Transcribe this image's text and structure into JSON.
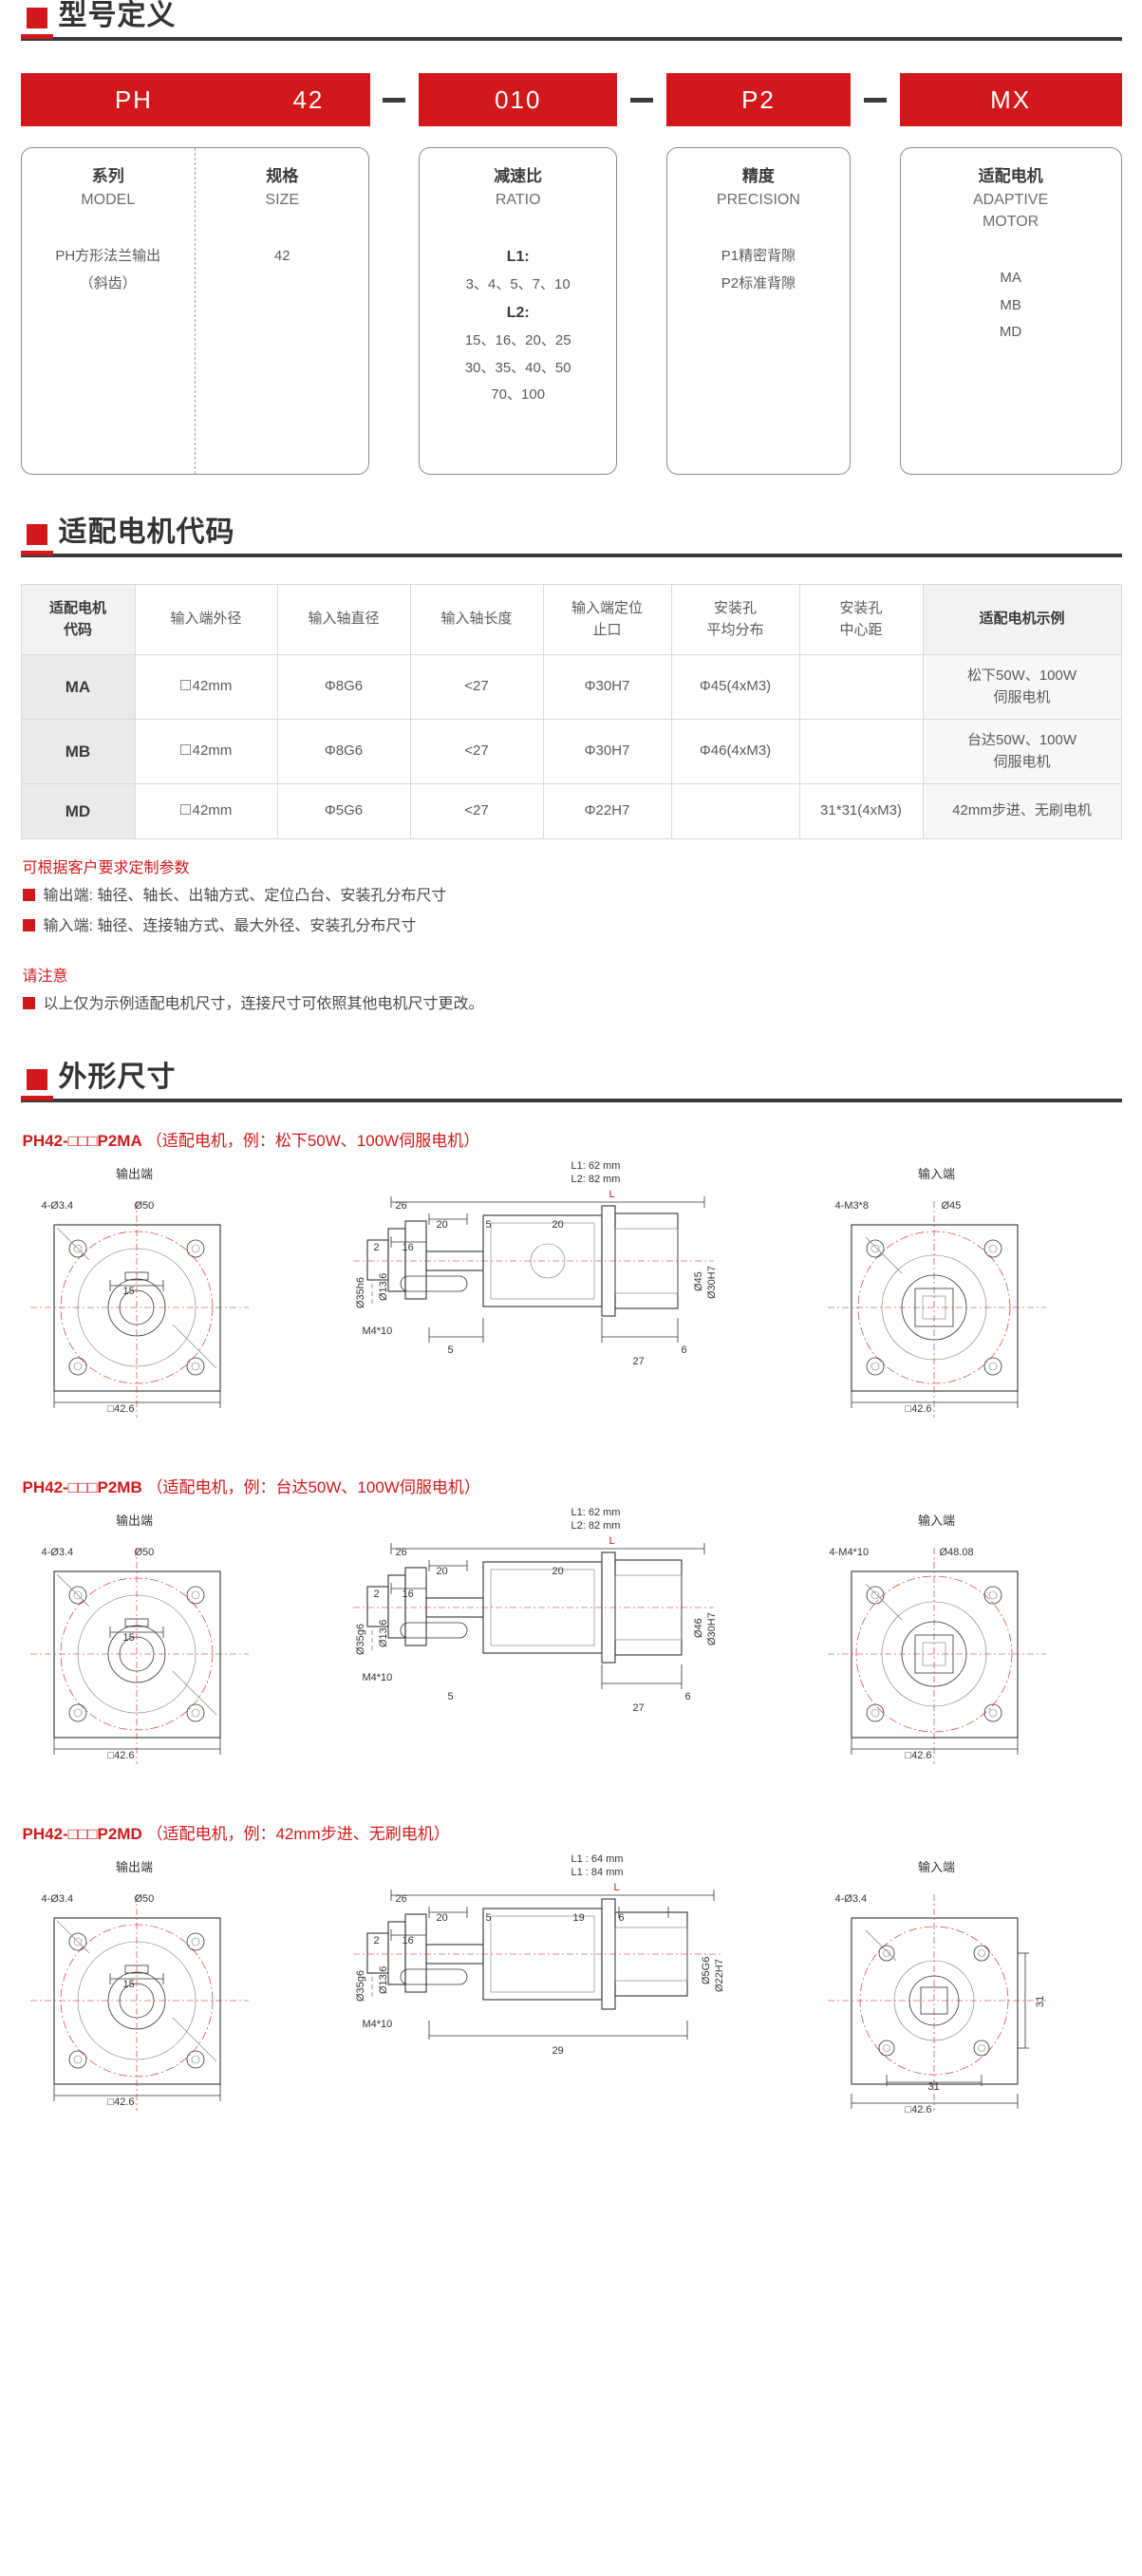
{
  "sections": {
    "model_definition": "型号定义",
    "motor_code": "适配电机代码",
    "outline_dimensions": "外形尺寸"
  },
  "model_banner": {
    "chips": [
      "PH",
      "42",
      "010",
      "P2",
      "MX"
    ],
    "dash": "—",
    "columns": [
      {
        "cn": "系列",
        "en": "MODEL",
        "body": [
          "PH方形法兰输出",
          "（斜齿）"
        ]
      },
      {
        "cn": "规格",
        "en": "SIZE",
        "body": [
          "42"
        ]
      },
      {
        "cn": "减速比",
        "en": "RATIO",
        "body": [
          "L1:",
          "3、4、5、7、10",
          "L2:",
          "15、16、20、25",
          "30、35、40、50",
          "70、100"
        ],
        "bold_lines": [
          0,
          2
        ]
      },
      {
        "cn": "精度",
        "en": "PRECISION",
        "body": [
          "P1精密背隙",
          "P2标准背隙"
        ]
      },
      {
        "cn": "适配电机",
        "en": "ADAPTIVE MOTOR",
        "en_lines": [
          "ADAPTIVE",
          "MOTOR"
        ],
        "body": [
          "MA",
          "MB",
          "MD"
        ]
      }
    ]
  },
  "motor_table": {
    "headers": [
      "适配电机\n代码",
      "输入端外径",
      "输入轴直径",
      "输入轴长度",
      "输入端定位\n止口",
      "安装孔\n平均分布",
      "安装孔\n中心距",
      "适配电机示例"
    ],
    "header_lines": [
      [
        "适配电机",
        "代码"
      ],
      [
        "输入端外径"
      ],
      [
        "输入轴直径"
      ],
      [
        "输入轴长度"
      ],
      [
        "输入端定位",
        "止口"
      ],
      [
        "安装孔",
        "平均分布"
      ],
      [
        "安装孔",
        "中心距"
      ],
      [
        "适配电机示例"
      ]
    ],
    "rows": [
      {
        "code": "MA",
        "outer": "□42mm",
        "shaft_dia": "Φ8G6",
        "shaft_len": "<27",
        "spigot": "Φ30H7",
        "holes": "Φ45(4xM3)",
        "center": "",
        "example_lines": [
          "松下50W、100W",
          "伺服电机"
        ]
      },
      {
        "code": "MB",
        "outer": "□42mm",
        "shaft_dia": "Φ8G6",
        "shaft_len": "<27",
        "spigot": "Φ30H7",
        "holes": "Φ46(4xM3)",
        "center": "",
        "example_lines": [
          "台达50W、100W",
          "伺服电机"
        ]
      },
      {
        "code": "MD",
        "outer": "□42mm",
        "shaft_dia": "Φ5G6",
        "shaft_len": "<27",
        "spigot": "Φ22H7",
        "holes": "",
        "center": "31*31(4xM3)",
        "example_lines": [
          "42mm步进、无刷电机"
        ]
      }
    ]
  },
  "notes": {
    "custom_title": "可根据客户要求定制参数",
    "custom_items": [
      "输出端: 轴径、轴长、出轴方式、定位凸台、安装孔分布尺寸",
      "输入端: 轴径、连接轴方式、最大外径、安装孔分布尺寸"
    ],
    "attention_title": "请注意",
    "attention_items": [
      "以上仅为示例适配电机尺寸，连接尺寸可依照其他电机尺寸更改。"
    ]
  },
  "drawings": [
    {
      "title_code": "PH42-□□□P2MA",
      "title_note": "（适配电机，例：松下50W、100W伺服电机）",
      "output_caption": "输出端",
      "input_caption": "输入端",
      "length_lines": [
        "L1: 62 mm",
        "L2: 82 mm"
      ],
      "length_symbol": "L",
      "output_labels": [
        "4-Ø3.4",
        "Ø50",
        "15",
        "□42.6"
      ],
      "center_labels": [
        "26",
        "20",
        "5",
        "20",
        "2",
        "16",
        "Ø35h6",
        "Ø13j6",
        "M4*10",
        "5",
        "6",
        "27"
      ],
      "center_rot_labels": [
        "Ø30H7",
        "Ø45"
      ],
      "input_labels": [
        "4-M3*8",
        "Ø45",
        "□42.6"
      ]
    },
    {
      "title_code": "PH42-□□□P2MB",
      "title_note": "（适配电机，例：台达50W、100W伺服电机）",
      "output_caption": "输出端",
      "input_caption": "输入端",
      "length_lines": [
        "L1: 62 mm",
        "L2: 82 mm"
      ],
      "length_symbol": "L",
      "output_labels": [
        "4-Ø3.4",
        "Ø50",
        "15",
        "□42.6"
      ],
      "center_labels": [
        "26",
        "20",
        "20",
        "2",
        "16",
        "Ø35g6",
        "Ø13j6",
        "M4*10",
        "5",
        "6",
        "27"
      ],
      "center_rot_labels": [
        "Ø30H7",
        "Ø46"
      ],
      "input_labels": [
        "4-M4*10",
        "Ø48.08",
        "□42.6"
      ]
    },
    {
      "title_code": "PH42-□□□P2MD",
      "title_note": "（适配电机，例：42mm步进、无刷电机）",
      "output_caption": "输出端",
      "input_caption": "输入端",
      "length_lines": [
        "L1 : 64  mm",
        "L1 : 84  mm"
      ],
      "length_symbol": "L",
      "output_labels": [
        "4-Ø3.4",
        "Ø50",
        "15",
        "□42.6"
      ],
      "center_labels": [
        "26",
        "20",
        "5",
        "19",
        "6",
        "2",
        "16",
        "Ø35g6",
        "Ø13j6",
        "M4*10",
        "29"
      ],
      "center_rot_labels": [
        "Ø22H7",
        "Ø5G6"
      ],
      "input_labels": [
        "4-Ø3.4",
        "31",
        "31",
        "□42.6"
      ]
    }
  ]
}
